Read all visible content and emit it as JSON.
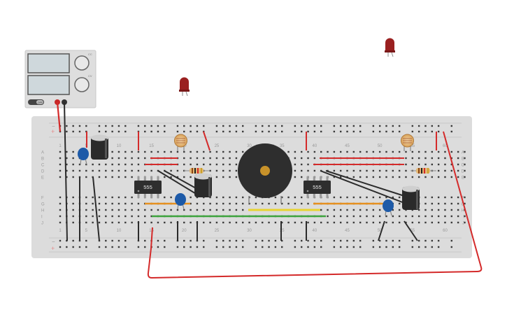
{
  "power_supply": {
    "small_labels": [
      "CC",
      "CV",
      "OFF"
    ]
  },
  "breadboard": {
    "column_numbers": [
      "1",
      "5",
      "10",
      "15",
      "20",
      "25",
      "30",
      "35",
      "40",
      "45",
      "50",
      "55",
      "60"
    ],
    "row_letters_top": [
      "A",
      "B",
      "C",
      "D",
      "E"
    ],
    "row_letters_bottom": [
      "F",
      "G",
      "H",
      "I",
      "J"
    ],
    "rail_minus": "−",
    "rail_plus": "+"
  },
  "chips": [
    {
      "label": "555"
    },
    {
      "label": "555"
    }
  ],
  "colors": {
    "wire_red": "#d42a2a",
    "wire_black": "#2b2b2b",
    "wire_orange": "#e6901f",
    "wire_yellow": "#e8d431",
    "wire_green": "#3ea33e",
    "led_red": "#9a2020",
    "capacitor_blue": "#1d5aa8",
    "breadboard": "#dcdcdc"
  }
}
